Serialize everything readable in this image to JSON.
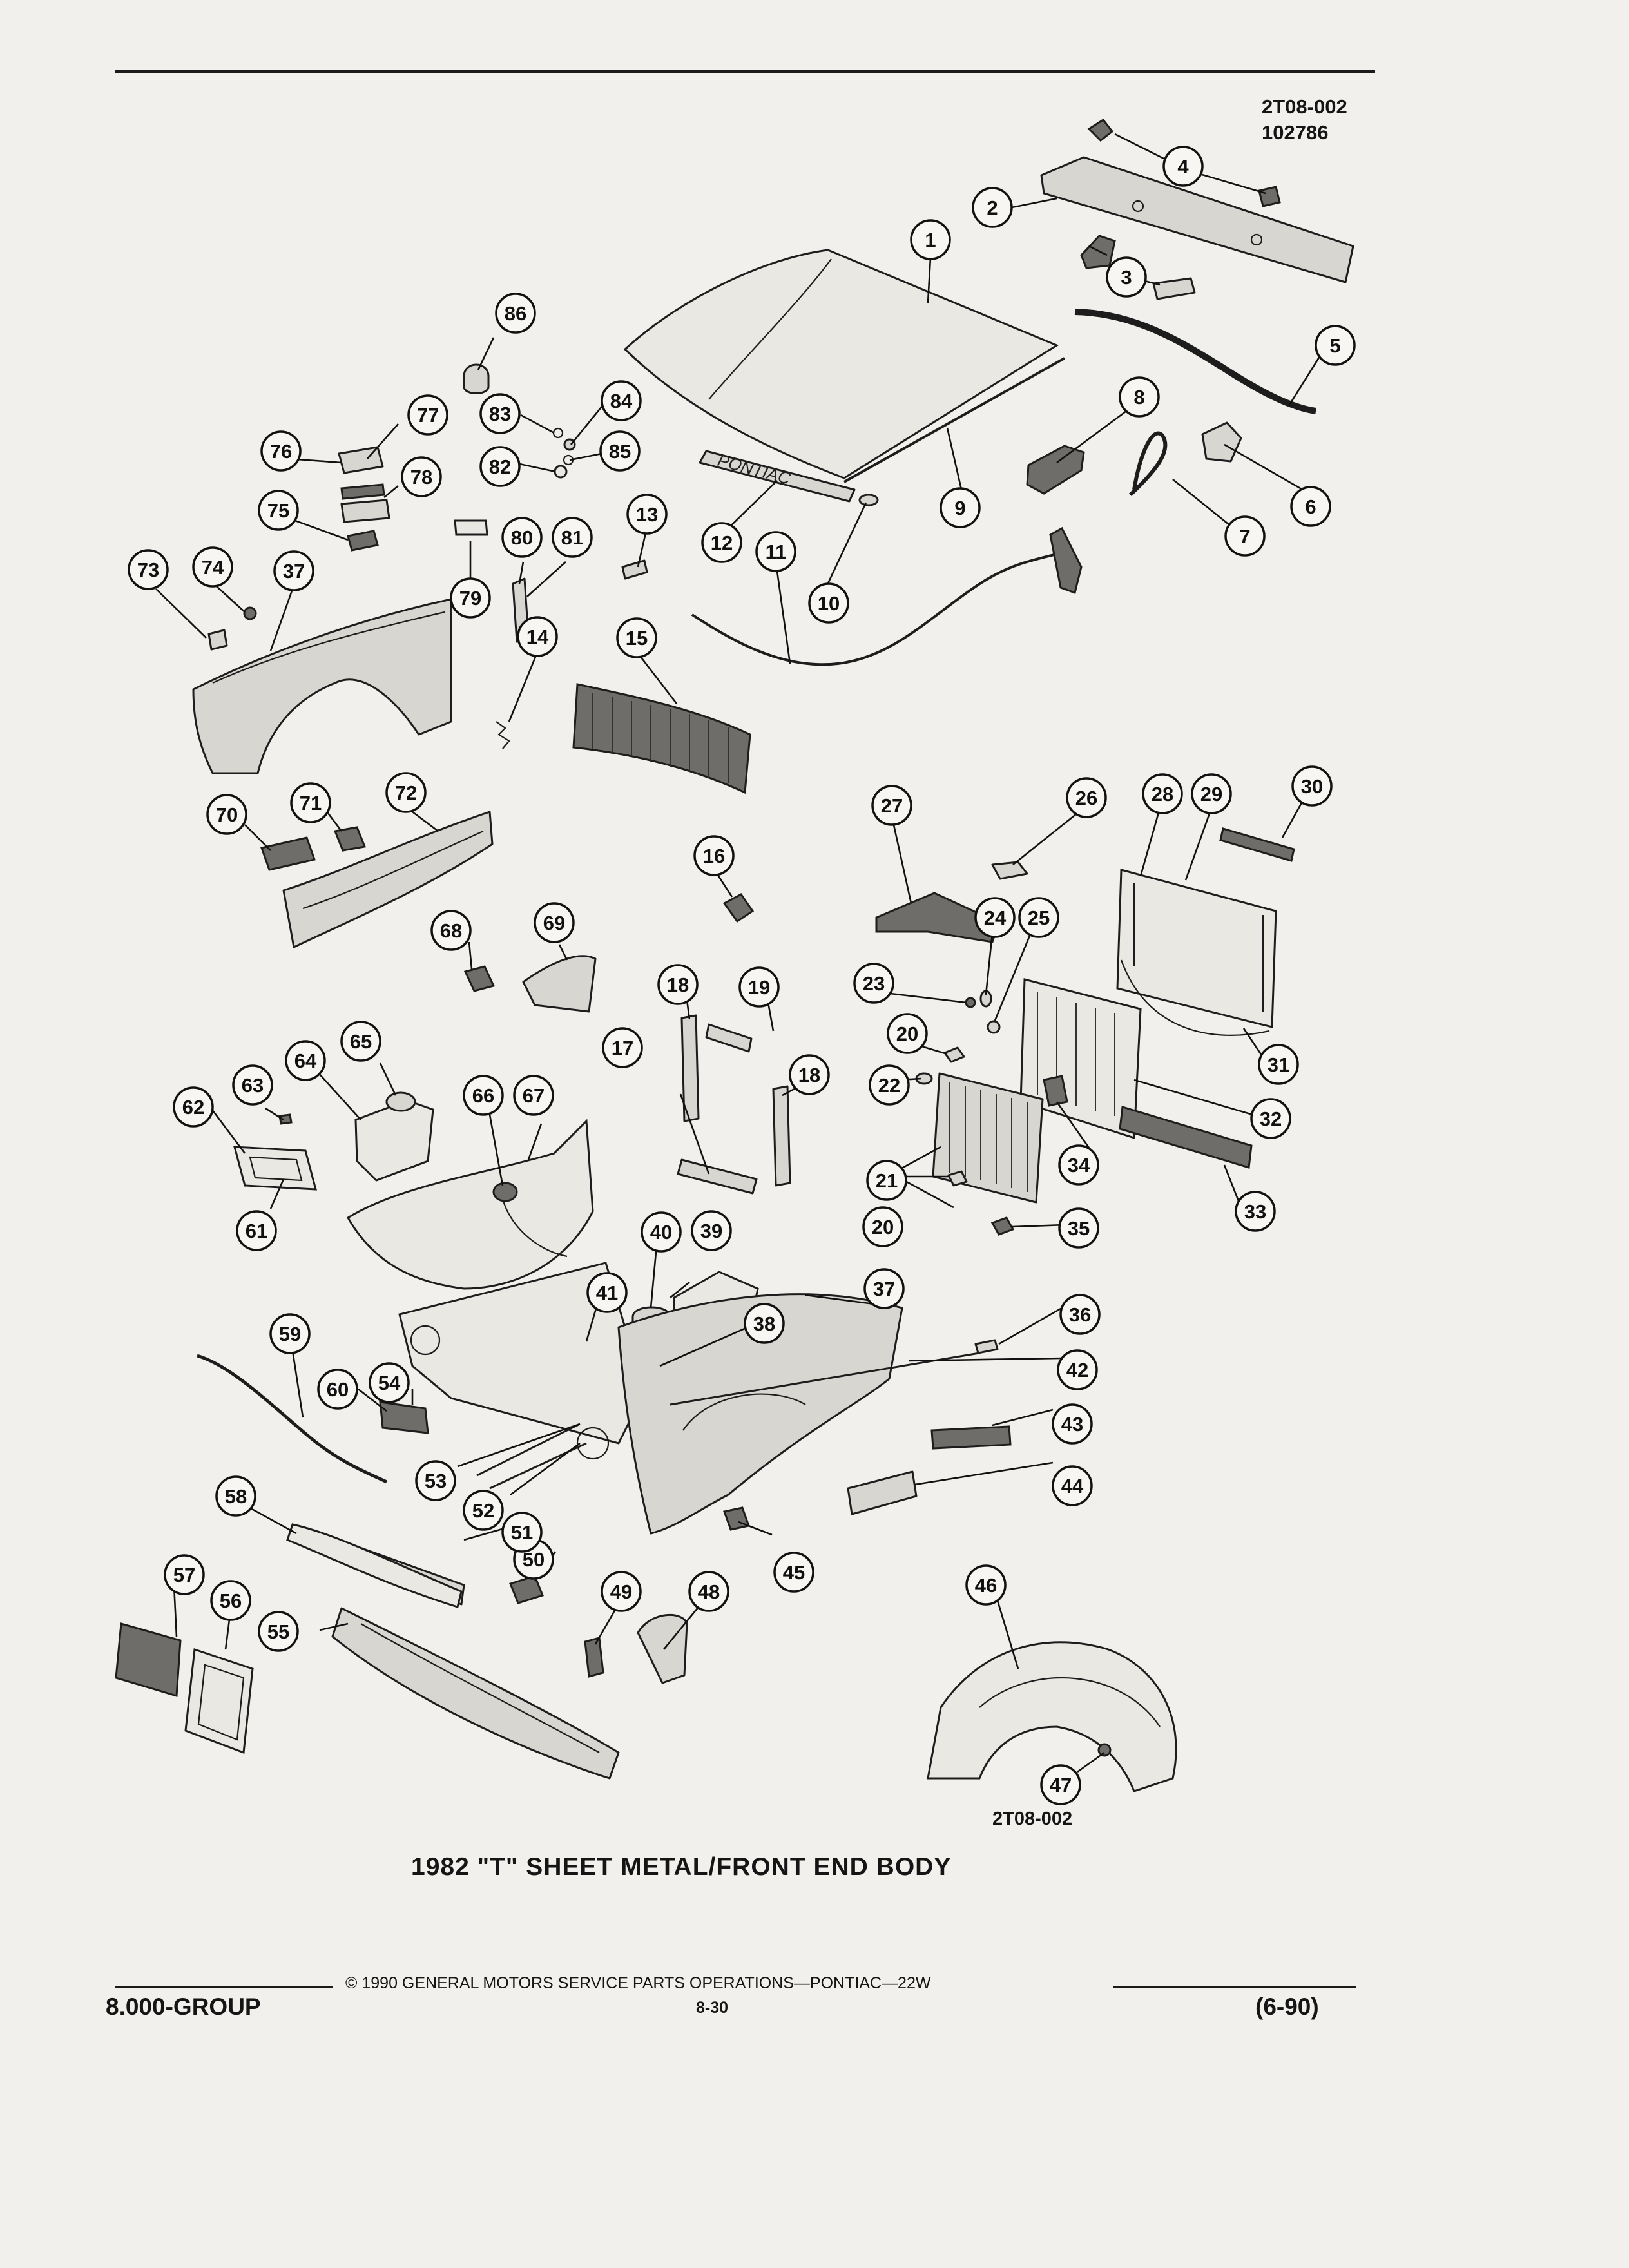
{
  "header": {
    "code_line1": "2T08-002",
    "code_line2": "102786"
  },
  "figure": {
    "caption": "1982 \"T\" SHEET METAL/FRONT END BODY",
    "illustration_code": "2T08-002",
    "hood_emblem_text": "PONTIAC",
    "callouts": [
      {
        "id": "c1",
        "label": "1"
      },
      {
        "id": "c2",
        "label": "2"
      },
      {
        "id": "c3",
        "label": "3"
      },
      {
        "id": "c4",
        "label": "4"
      },
      {
        "id": "c5",
        "label": "5"
      },
      {
        "id": "c6",
        "label": "6"
      },
      {
        "id": "c7",
        "label": "7"
      },
      {
        "id": "c8",
        "label": "8"
      },
      {
        "id": "c9",
        "label": "9"
      },
      {
        "id": "c10",
        "label": "10"
      },
      {
        "id": "c11",
        "label": "11"
      },
      {
        "id": "c12",
        "label": "12"
      },
      {
        "id": "c13",
        "label": "13"
      },
      {
        "id": "c14",
        "label": "14"
      },
      {
        "id": "c15",
        "label": "15"
      },
      {
        "id": "c16",
        "label": "16"
      },
      {
        "id": "c17",
        "label": "17"
      },
      {
        "id": "c18a",
        "label": "18"
      },
      {
        "id": "c18b",
        "label": "18"
      },
      {
        "id": "c19",
        "label": "19"
      },
      {
        "id": "c20a",
        "label": "20"
      },
      {
        "id": "c20b",
        "label": "20"
      },
      {
        "id": "c21",
        "label": "21"
      },
      {
        "id": "c22",
        "label": "22"
      },
      {
        "id": "c23",
        "label": "23"
      },
      {
        "id": "c24",
        "label": "24"
      },
      {
        "id": "c25",
        "label": "25"
      },
      {
        "id": "c26",
        "label": "26"
      },
      {
        "id": "c27",
        "label": "27"
      },
      {
        "id": "c28",
        "label": "28"
      },
      {
        "id": "c29",
        "label": "29"
      },
      {
        "id": "c30",
        "label": "30"
      },
      {
        "id": "c31",
        "label": "31"
      },
      {
        "id": "c32",
        "label": "32"
      },
      {
        "id": "c33",
        "label": "33"
      },
      {
        "id": "c34",
        "label": "34"
      },
      {
        "id": "c35",
        "label": "35"
      },
      {
        "id": "c36",
        "label": "36"
      },
      {
        "id": "c37a",
        "label": "37"
      },
      {
        "id": "c37b",
        "label": "37"
      },
      {
        "id": "c38",
        "label": "38"
      },
      {
        "id": "c39",
        "label": "39"
      },
      {
        "id": "c40",
        "label": "40"
      },
      {
        "id": "c41",
        "label": "41"
      },
      {
        "id": "c42",
        "label": "42"
      },
      {
        "id": "c43",
        "label": "43"
      },
      {
        "id": "c44",
        "label": "44"
      },
      {
        "id": "c45",
        "label": "45"
      },
      {
        "id": "c46",
        "label": "46"
      },
      {
        "id": "c47",
        "label": "47"
      },
      {
        "id": "c48",
        "label": "48"
      },
      {
        "id": "c49",
        "label": "49"
      },
      {
        "id": "c50",
        "label": "50"
      },
      {
        "id": "c51",
        "label": "51"
      },
      {
        "id": "c52",
        "label": "52"
      },
      {
        "id": "c53",
        "label": "53"
      },
      {
        "id": "c54",
        "label": "54"
      },
      {
        "id": "c55",
        "label": "55"
      },
      {
        "id": "c56",
        "label": "56"
      },
      {
        "id": "c57",
        "label": "57"
      },
      {
        "id": "c58",
        "label": "58"
      },
      {
        "id": "c59",
        "label": "59"
      },
      {
        "id": "c60",
        "label": "60"
      },
      {
        "id": "c61",
        "label": "61"
      },
      {
        "id": "c62",
        "label": "62"
      },
      {
        "id": "c63",
        "label": "63"
      },
      {
        "id": "c64",
        "label": "64"
      },
      {
        "id": "c65",
        "label": "65"
      },
      {
        "id": "c66",
        "label": "66"
      },
      {
        "id": "c67",
        "label": "67"
      },
      {
        "id": "c68",
        "label": "68"
      },
      {
        "id": "c69",
        "label": "69"
      },
      {
        "id": "c70",
        "label": "70"
      },
      {
        "id": "c71",
        "label": "71"
      },
      {
        "id": "c72",
        "label": "72"
      },
      {
        "id": "c73",
        "label": "73"
      },
      {
        "id": "c74",
        "label": "74"
      },
      {
        "id": "c75",
        "label": "75"
      },
      {
        "id": "c76",
        "label": "76"
      },
      {
        "id": "c77",
        "label": "77"
      },
      {
        "id": "c78",
        "label": "78"
      },
      {
        "id": "c79",
        "label": "79"
      },
      {
        "id": "c80",
        "label": "80"
      },
      {
        "id": "c81",
        "label": "81"
      },
      {
        "id": "c82",
        "label": "82"
      },
      {
        "id": "c83",
        "label": "83"
      },
      {
        "id": "c84",
        "label": "84"
      },
      {
        "id": "c85",
        "label": "85"
      },
      {
        "id": "c86",
        "label": "86"
      }
    ]
  },
  "footer": {
    "copyright": "© 1990 GENERAL MOTORS SERVICE PARTS OPERATIONS—PONTIAC—22W",
    "group": "8.000-GROUP",
    "page_number": "8-30",
    "revision": "(6-90)"
  }
}
